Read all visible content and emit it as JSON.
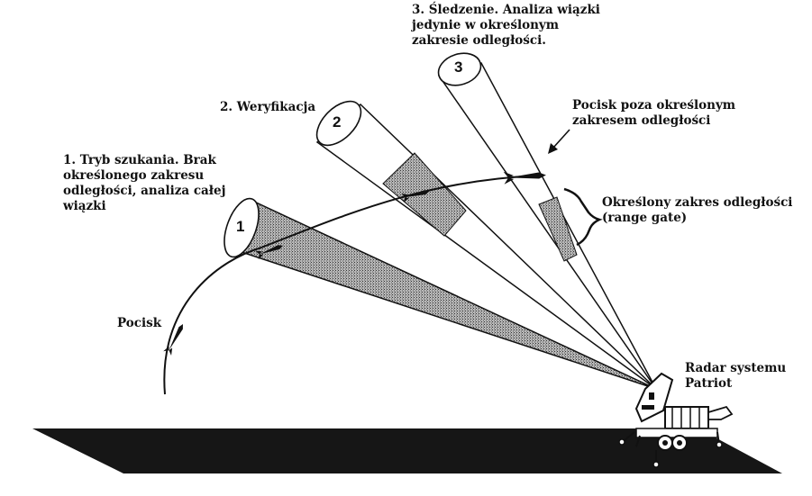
{
  "beams": [
    {
      "number": "1",
      "caption_lines": [
        "1. Tryb szukania. Brak",
        "określonego zakresu",
        "odległości, analiza całej",
        "wiązki"
      ]
    },
    {
      "number": "2",
      "caption_lines": [
        "2. Weryfikacja"
      ]
    },
    {
      "number": "3",
      "caption_lines": [
        "3. Śledzenie. Analiza wiązki",
        "jedynie w określonym",
        "zakresie odległości."
      ]
    }
  ],
  "labels": {
    "missile": "Pocisk",
    "missile_outside_lines": [
      "Pocisk poza określonym",
      "zakresem odległości"
    ],
    "range_gate_lines": [
      "Określony zakres odległości",
      "(range gate)"
    ],
    "radar_lines": [
      "Radar systemu",
      "Patriot"
    ]
  },
  "colors": {
    "ink": "#111111",
    "shade": "#9a9a9a",
    "ground": "#161616"
  }
}
